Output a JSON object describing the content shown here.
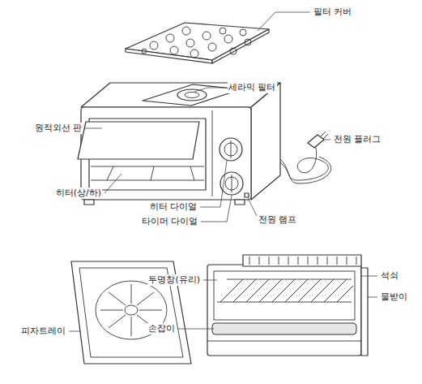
{
  "diagram": {
    "labels": [
      "필터 커버",
      "세라믹 필터",
      "원적외선 판",
      "전원 플러그",
      "히터(상/하)",
      "히터 다이얼",
      "전원 램프",
      "타이머 다이얼",
      "투명창(유리)",
      "석쇠",
      "물받이",
      "피자트레이",
      "손잡이"
    ]
  }
}
